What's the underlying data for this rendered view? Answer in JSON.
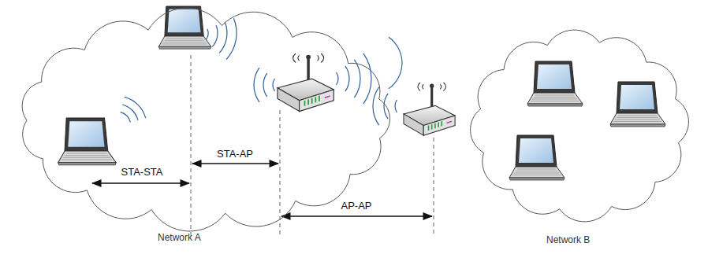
{
  "diagram": {
    "nodes": [
      {
        "text": [
          "Network A"
        ]
      },
      {
        "text": [
          "Network B"
        ]
      }
    ],
    "labels": [
      "STA-STA",
      "STA-AP",
      "AP-AP"
    ]
  }
}
